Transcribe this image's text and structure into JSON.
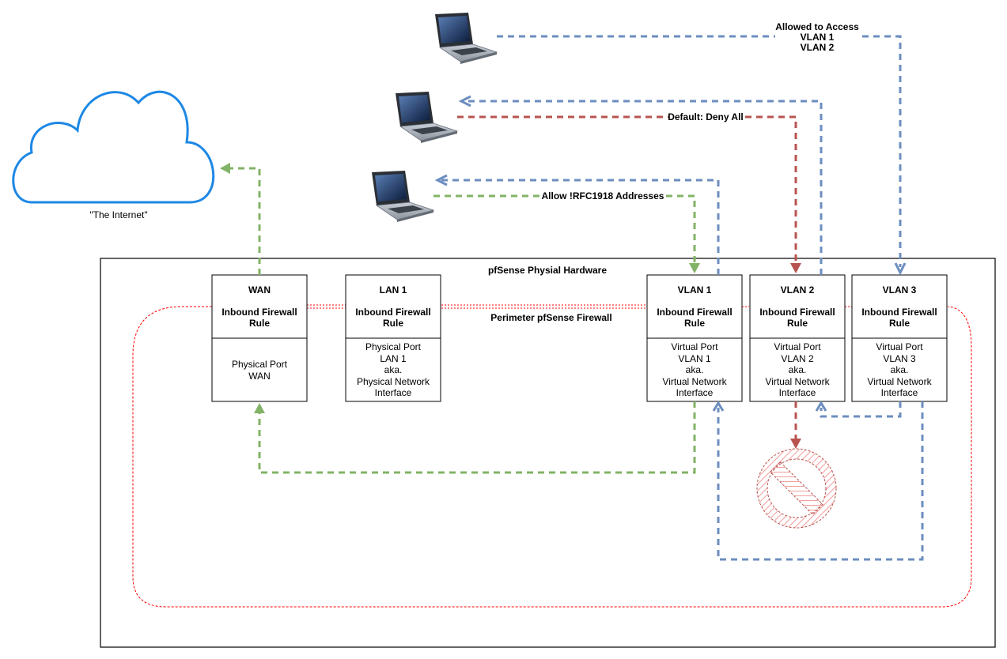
{
  "colors": {
    "allow_green": "#82b366",
    "vlan_blue": "#6c8ebf",
    "deny_red": "#b85450",
    "perimeter_red": "#ff0000",
    "cloud_blue": "#1e88e5"
  },
  "internet": {
    "label": "\"The Internet\"",
    "icon": "cloud-icon"
  },
  "hardware": {
    "title": "pfSense Physial Hardware"
  },
  "perimeter": {
    "label": "Perimeter pfSense Firewall"
  },
  "edge_labels": {
    "allowed_access": [
      "Allowed to Access",
      "VLAN 1",
      "VLAN 2"
    ],
    "deny_all": "Default: Deny All",
    "allow_rfc": "Allow !RFC1918 Addresses"
  },
  "interfaces": [
    {
      "name": "WAN",
      "rule": [
        "Inbound Firewall",
        "Rule"
      ],
      "port": [
        "Physical Port",
        "WAN"
      ]
    },
    {
      "name": "LAN 1",
      "rule": [
        "Inbound Firewall",
        "Rule"
      ],
      "port": [
        "Physical Port",
        "LAN 1",
        "aka.",
        "Physical Network",
        "Interface"
      ]
    },
    {
      "name": "VLAN 1",
      "rule": [
        "Inbound Firewall",
        "Rule"
      ],
      "port": [
        "Virtual Port",
        "VLAN 1",
        "aka.",
        "Virtual Network",
        "Interface"
      ]
    },
    {
      "name": "VLAN 2",
      "rule": [
        "Inbound Firewall",
        "Rule"
      ],
      "port": [
        "Virtual Port",
        "VLAN 2",
        "aka.",
        "Virtual Network",
        "Interface"
      ]
    },
    {
      "name": "VLAN 3",
      "rule": [
        "Inbound Firewall",
        "Rule"
      ],
      "port": [
        "Virtual Port",
        "VLAN 3",
        "aka.",
        "Virtual Network",
        "Interface"
      ]
    }
  ],
  "laptops": [
    {
      "icon": "laptop-icon"
    },
    {
      "icon": "laptop-icon"
    },
    {
      "icon": "laptop-icon"
    }
  ],
  "blocked": {
    "icon": "no-entry-icon"
  }
}
